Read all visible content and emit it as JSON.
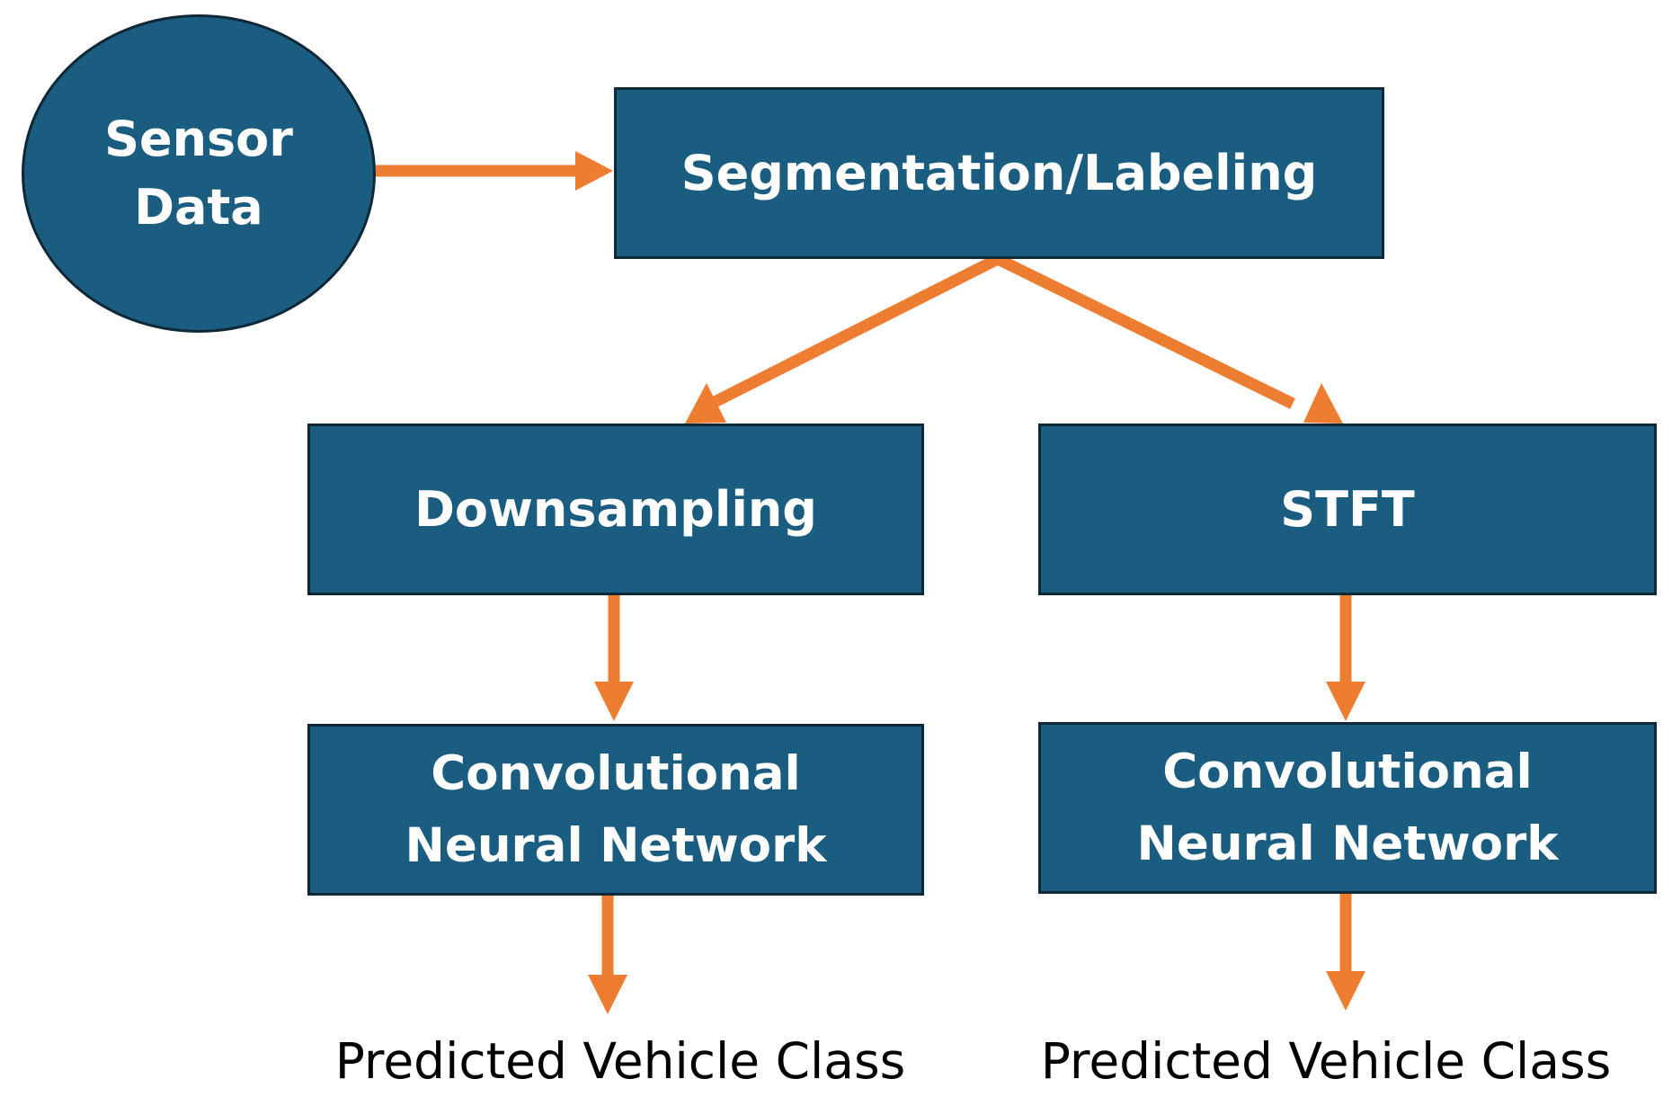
{
  "colors": {
    "box_fill": "#1a5d80",
    "box_border": "#0e2838",
    "arrow": "#ed7d31",
    "box_text": "#ffffff",
    "output_text": "#000000"
  },
  "nodes": {
    "sensor": "Sensor\nData",
    "segmentation": "Segmentation/Labeling",
    "downsampling": "Downsampling",
    "stft": "STFT",
    "cnn_left": "Convolutional\nNeural Network",
    "cnn_right": "Convolutional\nNeural Network"
  },
  "outputs": {
    "left": "Predicted Vehicle Class",
    "right": "Predicted Vehicle Class"
  },
  "edges": [
    {
      "from": "Sensor Data",
      "to": "Segmentation/Labeling"
    },
    {
      "from": "Segmentation/Labeling",
      "to": "Downsampling"
    },
    {
      "from": "Segmentation/Labeling",
      "to": "STFT"
    },
    {
      "from": "Downsampling",
      "to": "Convolutional Neural Network (left)"
    },
    {
      "from": "STFT",
      "to": "Convolutional Neural Network (right)"
    },
    {
      "from": "Convolutional Neural Network (left)",
      "to": "Predicted Vehicle Class (left)"
    },
    {
      "from": "Convolutional Neural Network (right)",
      "to": "Predicted Vehicle Class (right)"
    }
  ]
}
